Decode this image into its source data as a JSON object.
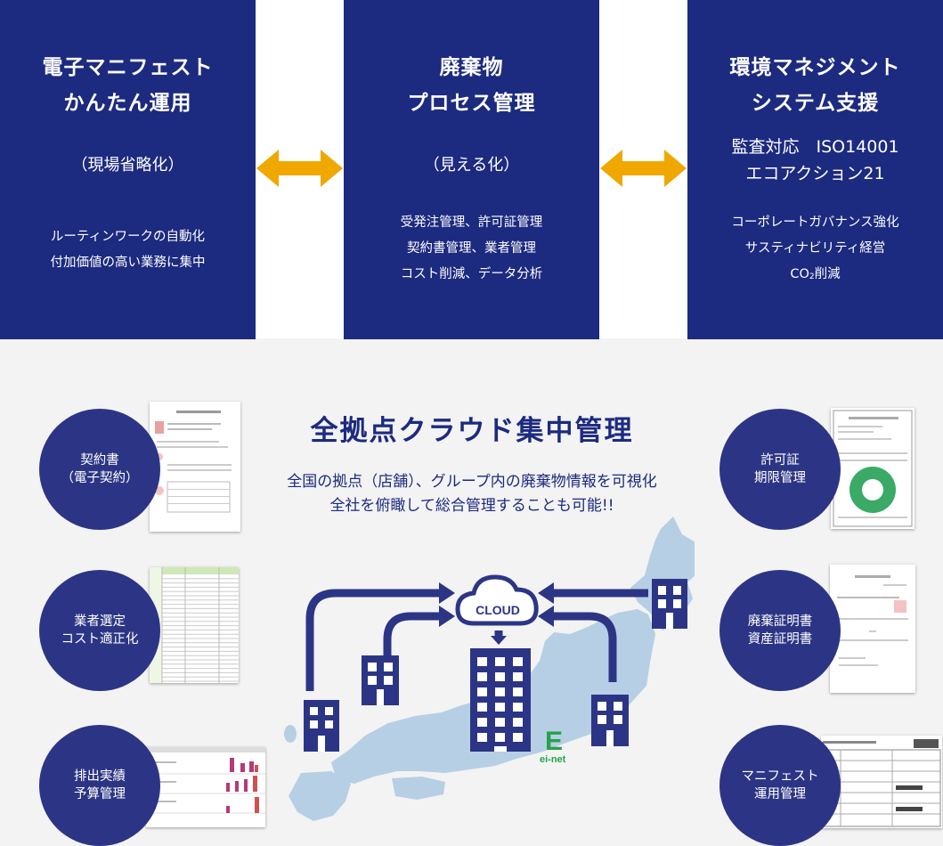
{
  "panels": [
    {
      "title_lines": [
        "電子マニフェスト",
        "かんたん運用"
      ],
      "subtitle": "（現場省略化）",
      "body_lines": [
        "ルーティンワークの自動化",
        "付加価値の高い業務に集中"
      ]
    },
    {
      "title_lines": [
        "廃棄物",
        "プロセス管理"
      ],
      "subtitle": "（見える化）",
      "body_lines": [
        "受発注管理、許可証管理",
        "契約書管理、業者管理",
        "コスト削減、データ分析"
      ]
    },
    {
      "title_lines": [
        "環境マネジメント",
        "システム支援"
      ],
      "subtitle_lines": [
        "監査対応　ISO14001",
        "エコアクション21"
      ],
      "body_lines": [
        "コーポレートガバナンス強化",
        "サスティナビリティ経営"
      ],
      "co2": {
        "prefix": "CO",
        "sub": "2",
        "suffix": "削減"
      }
    }
  ],
  "headline": "全拠点クラウド集中管理",
  "lead_lines": [
    "全国の拠点（店舗）、グループ内の廃棄物情報を可視化",
    "全社を俯瞰して総合管理することも可能!!"
  ],
  "cloud_label": "CLOUD",
  "logo": {
    "mark": "E",
    "text": "ei-net"
  },
  "features_left": [
    {
      "lines": [
        "契約書",
        "（電子契約）"
      ]
    },
    {
      "lines": [
        "業者選定",
        "コスト適正化"
      ]
    },
    {
      "lines": [
        "排出実績",
        "予算管理"
      ]
    }
  ],
  "features_right": [
    {
      "lines": [
        "許可証",
        "期限管理"
      ]
    },
    {
      "lines": [
        "廃棄証明書",
        "資産証明書"
      ]
    },
    {
      "lines": [
        "マニフェスト",
        "運用管理"
      ]
    }
  ],
  "colors": {
    "navy": "#1c2a80",
    "circle": "#2c3585",
    "arrow": "#f0a800",
    "map": "#b6cfe4",
    "logo_green": "#25a24a"
  }
}
